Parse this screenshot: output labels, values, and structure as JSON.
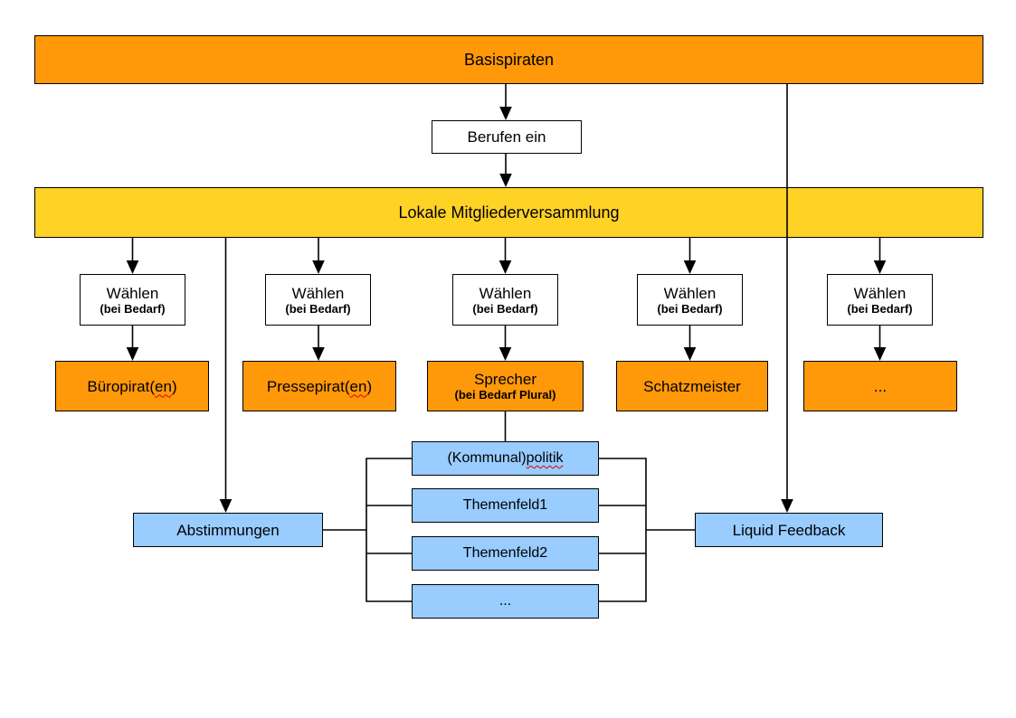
{
  "colors": {
    "orange": "#FF9909",
    "yellow": "#FFD226",
    "blue": "#99CCFF",
    "squiggle": "#E00000"
  },
  "nodes": {
    "basispiraten": {
      "label": "Basispiraten"
    },
    "berufen_ein": {
      "label": "Berufen ein"
    },
    "versammlung": {
      "label": "Lokale Mitgliederversammlung"
    },
    "waehlen": {
      "label": "Wählen",
      "sub": "(bei Bedarf)"
    },
    "roles": [
      {
        "pre": "Büropirat(",
        "wavy": "en",
        "post": ")"
      },
      {
        "pre": "Pressepirat(",
        "wavy": "en",
        "post": ")"
      },
      {
        "pre": "Sprecher",
        "wavy": "",
        "post": "",
        "sub": "(bei Bedarf Plural)"
      },
      {
        "pre": "Schatzmeister",
        "wavy": "",
        "post": ""
      },
      {
        "pre": "...",
        "wavy": "",
        "post": ""
      }
    ],
    "topics": [
      {
        "pre": "(Kommunal)",
        "wavy": "politik",
        "post": ""
      },
      {
        "pre": "Themenfeld1",
        "wavy": "",
        "post": ""
      },
      {
        "pre": "Themenfeld2",
        "wavy": "",
        "post": ""
      },
      {
        "pre": "...",
        "wavy": "",
        "post": ""
      }
    ],
    "abstimmungen": {
      "label": "Abstimmungen"
    },
    "liquid_feedback": {
      "label": "Liquid Feedback"
    }
  }
}
